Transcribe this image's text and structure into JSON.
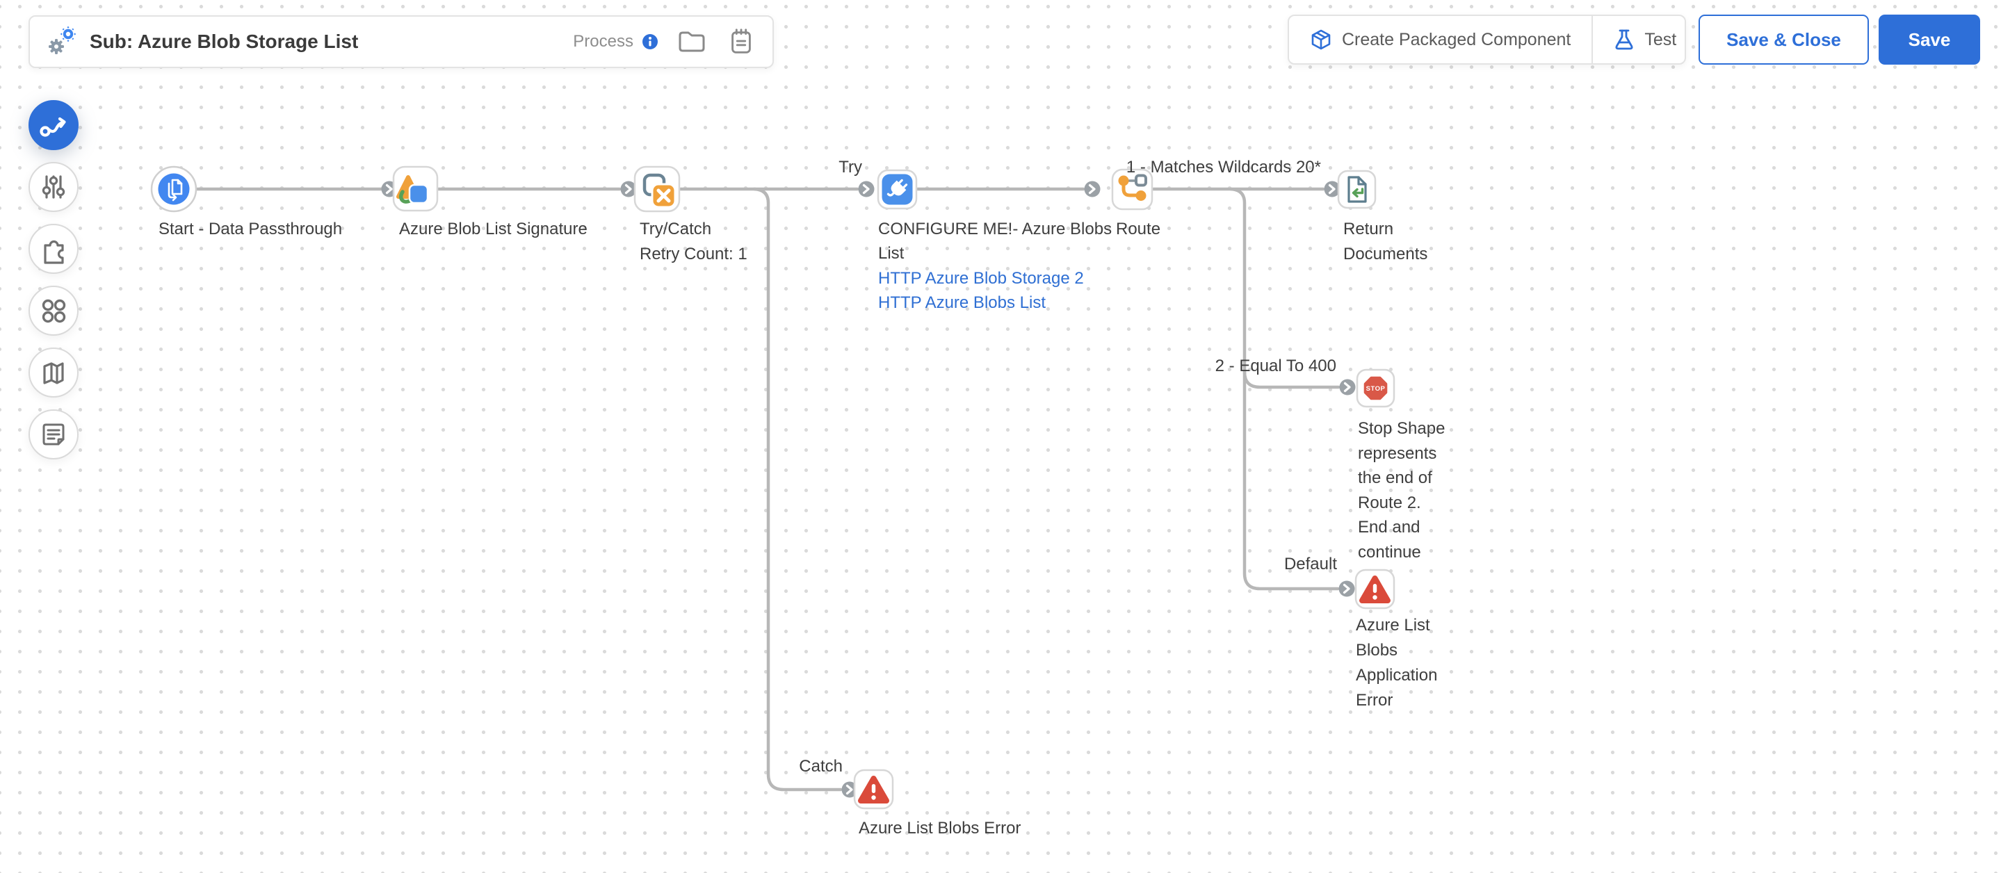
{
  "header": {
    "title": "Sub: Azure Blob Storage List",
    "type_label": "Process",
    "icons": {
      "component": "gears-icon",
      "info": "info-icon",
      "folder": "folder-icon",
      "notes": "notepad-icon"
    }
  },
  "toolbar": {
    "create_packaged_label": "Create Packaged Component",
    "test_label": "Test",
    "save_close_label": "Save & Close",
    "save_label": "Save"
  },
  "sidebar": {
    "items": [
      {
        "name": "process-flow",
        "icon": "flow-arrow-icon",
        "active": true
      },
      {
        "name": "configuration",
        "icon": "sliders-icon",
        "active": false
      },
      {
        "name": "extensions",
        "icon": "puzzle-icon",
        "active": false
      },
      {
        "name": "shapes",
        "icon": "shapes-grid-icon",
        "active": false
      },
      {
        "name": "map",
        "icon": "map-icon",
        "active": false
      },
      {
        "name": "notes",
        "icon": "notes-icon",
        "active": false
      }
    ]
  },
  "flow": {
    "nodes": {
      "start": {
        "label": "Start - Data Passthrough",
        "icon": "data-passthrough-icon"
      },
      "signature": {
        "label": "Azure Blob List Signature",
        "icon": "process-call-icon"
      },
      "trycatch": {
        "label": "Try/Catch\nRetry Count: 1",
        "icon": "try-catch-icon"
      },
      "configure": {
        "label": "CONFIGURE ME!- Azure Blobs\nList",
        "icon": "connector-plug-icon",
        "links": [
          "HTTP Azure Blob Storage 2",
          "HTTP Azure Blobs List"
        ]
      },
      "route": {
        "label": "Route",
        "icon": "route-icon"
      },
      "return_documents": {
        "label": "Return\nDocuments",
        "icon": "return-documents-icon"
      },
      "stop": {
        "label": "Stop Shape\nrepresents\nthe end of\nRoute 2.\nEnd and\ncontinue",
        "icon": "stop-sign-icon"
      },
      "application_error": {
        "label": "Azure List\nBlobs\nApplication\nError",
        "icon": "error-triangle-icon"
      },
      "catch_error": {
        "label": "Azure List Blobs Error",
        "icon": "error-triangle-icon"
      }
    },
    "branches": {
      "try": "Try",
      "catch": "Catch",
      "route_1": "1 - Matches Wildcards 20*",
      "route_2": "2 - Equal To 400",
      "route_default": "Default"
    },
    "stop_text": "STOP"
  },
  "colors": {
    "primary_blue": "#2e6fd8",
    "node_blue": "#4287f0",
    "orange": "#f0a13a",
    "red": "#d9584a",
    "green": "#58a158",
    "link_blue": "#2f6fd3",
    "line_gray": "#b7b7b7"
  }
}
